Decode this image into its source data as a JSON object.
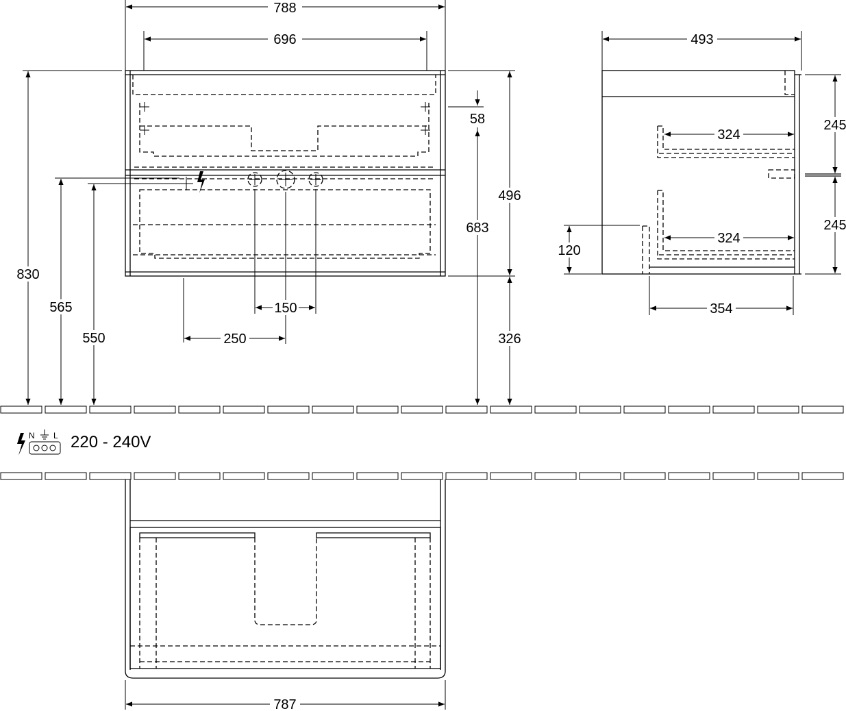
{
  "dimensions": {
    "front_width_total": "788",
    "front_width_inner": "696",
    "height_total": "830",
    "height_565": "565",
    "height_550": "550",
    "top_offset": "58",
    "cabinet_height": "496",
    "height_683": "683",
    "floor_clearance": "326",
    "spacing_150": "150",
    "spacing_250": "250",
    "depth_total": "493",
    "drawer_upper_height": "245",
    "drawer_lower_height": "245",
    "drawer_upper_depth": "324",
    "drawer_lower_depth": "324",
    "plinth_height": "120",
    "drawer_depth_bottom": "354",
    "plan_width": "787"
  },
  "electrical": {
    "terminals": [
      "N",
      "L"
    ],
    "voltage": "220 - 240V",
    "icons": [
      "lightning-icon",
      "ground-icon",
      "socket-icon"
    ]
  }
}
